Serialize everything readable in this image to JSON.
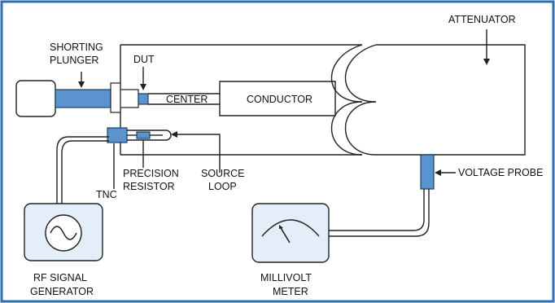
{
  "labels": {
    "attenuator": "ATTENUATOR",
    "shorting_plunger_1": "SHORTING",
    "shorting_plunger_2": "PLUNGER",
    "dut": "DUT",
    "center": "CENTER",
    "conductor": "CONDUCTOR",
    "precision_resistor_1": "PRECISION",
    "precision_resistor_2": "RESISTOR",
    "source_loop_1": "SOURCE",
    "source_loop_2": "LOOP",
    "tnc": "TNC",
    "voltage_probe": "VOLTAGE PROBE",
    "rf_signal_generator_1": "RF SIGNAL",
    "rf_signal_generator_2": "GENERATOR",
    "millivolt_meter_1": "MILLIVOLT",
    "millivolt_meter_2": "METER"
  },
  "colors": {
    "frame": "#2c6fb3",
    "component_fill": "#5b93cf",
    "instrument_fill": "#e4eef8",
    "cable": "#222222"
  }
}
